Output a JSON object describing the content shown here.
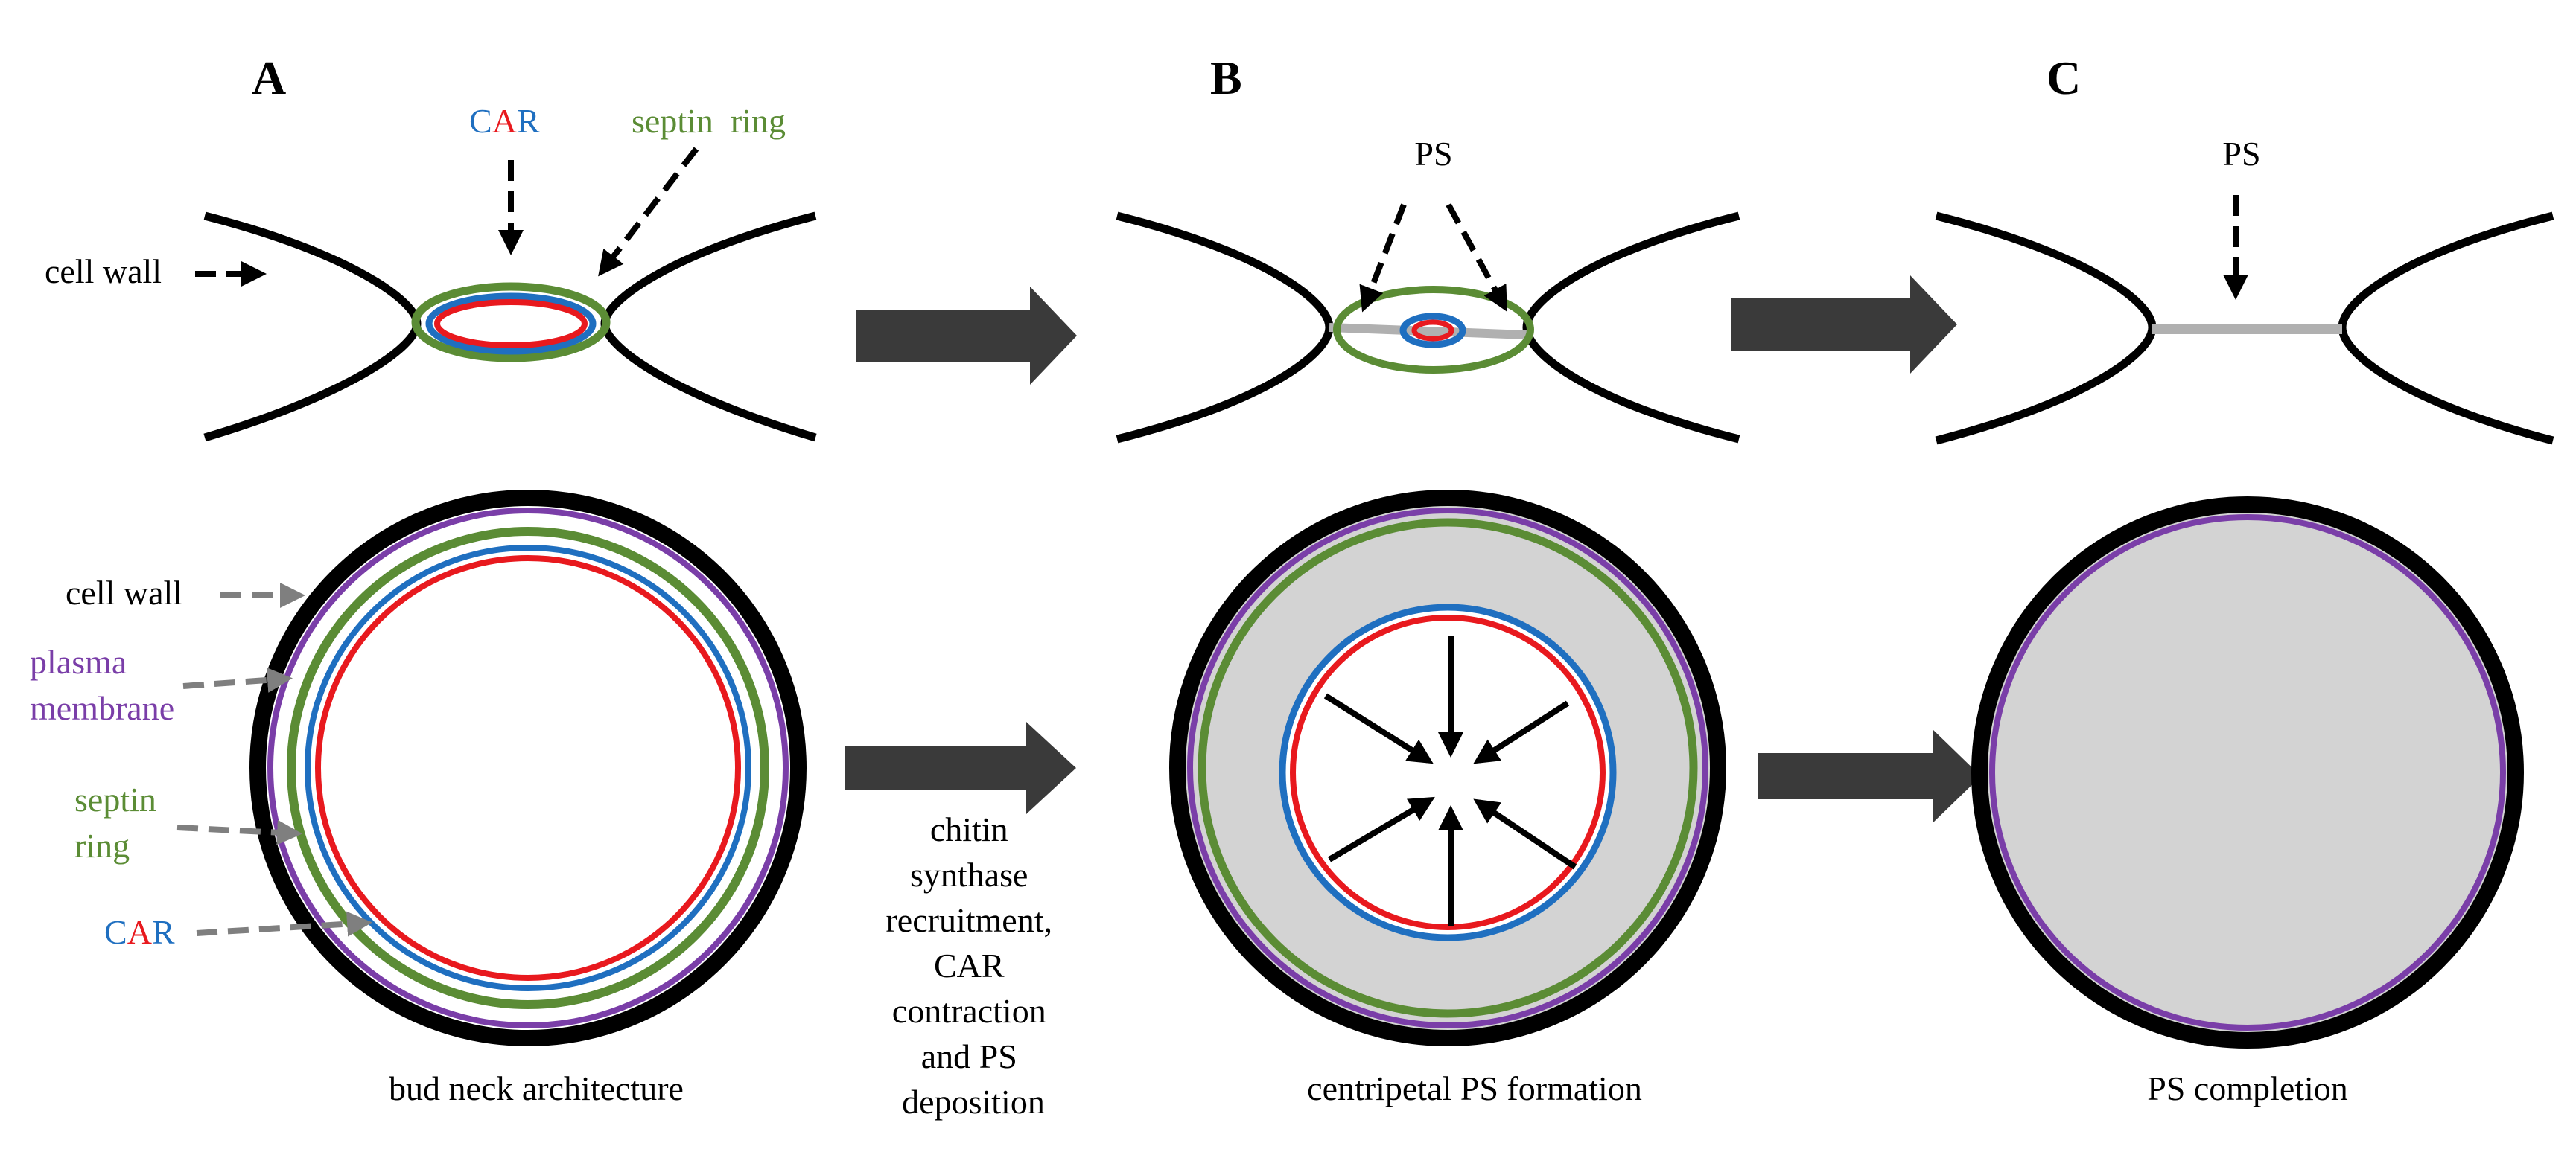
{
  "panels": {
    "a": {
      "letter": "A",
      "caption": "bud neck architecture"
    },
    "b": {
      "letter": "B",
      "caption": "centripetal PS formation"
    },
    "c": {
      "letter": "C",
      "caption": "PS completion"
    }
  },
  "labels": {
    "car_c": "C",
    "car_a": "A",
    "car_r": "R",
    "septin_ring_top": "septin  ring",
    "cell_wall": "cell wall",
    "ps": "PS",
    "plasma": "plasma",
    "membrane": "membrane",
    "septin": "septin",
    "ring": "ring"
  },
  "transition_text": [
    "chitin",
    "synthase",
    "recruitment,",
    "CAR",
    "contraction",
    "and PS",
    "deposition"
  ],
  "colors": {
    "car_blue": "#1f6fc0",
    "car_red": "#e8191e",
    "septin_green": "#5b8c35",
    "plasma_purple": "#7a3ea8",
    "cell_wall_black": "#000000",
    "ps_gray": "#d3d3d3",
    "arrow_dark": "#3a3a3a",
    "pointer_gray": "#808080"
  }
}
